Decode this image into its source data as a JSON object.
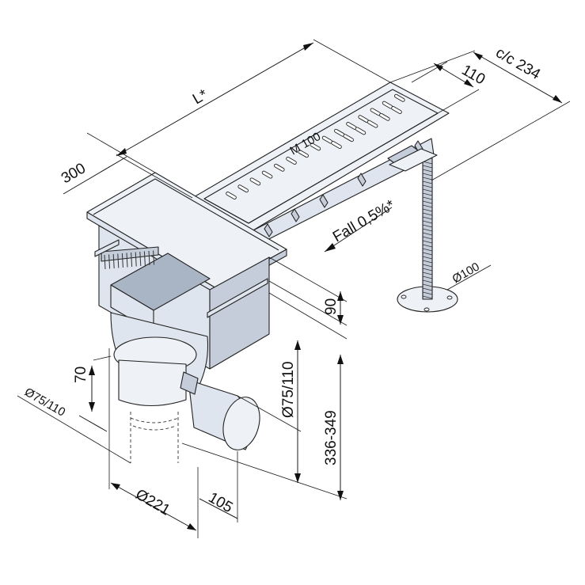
{
  "dimensions": {
    "length": "L*",
    "outlet_side_width": "300",
    "center_to_center": "c/c 234",
    "grate_width": "110",
    "fall": "Fall 0,5%*",
    "foot_diameter": "Ø100",
    "outlet_height_90": "90",
    "pipe_diameter_right": "Ø75/110",
    "total_height": "336-349",
    "offset_70": "70",
    "pipe_diameter_left": "Ø75/110",
    "body_diameter": "Ø221",
    "offset_105": "105"
  },
  "grate_label": "M 100",
  "colors": {
    "steel_light": "#eef1f6",
    "steel_mid": "#dfe5ee",
    "steel_dark": "#c4cdd9",
    "line": "#222222"
  }
}
